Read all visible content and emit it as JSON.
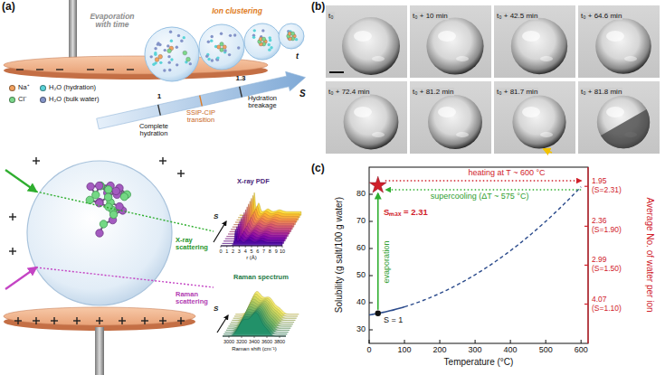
{
  "diagram": {
    "nodes": [
      {
        "text": [
          "t₀"
        ]
      },
      {
        "text": [
          "t₀ + 10 min"
        ]
      },
      {
        "text": [
          "t₀ + 42.5 min"
        ]
      },
      {
        "text": [
          "t₀ + 64.6 min"
        ]
      },
      {
        "text": [
          "t₀ + 72.4 min"
        ]
      },
      {
        "text": [
          "t₀ + 81.2 min"
        ]
      },
      {
        "text": [
          "t₀ + 81.7 min"
        ]
      },
      {
        "text": [
          "t₀ + 81.8 min"
        ]
      }
    ],
    "labels": [
      "(a)",
      "Evaporation with time",
      "Ion clustering",
      "t",
      "S",
      "1",
      "Complete hydration",
      "SSIP-CIP transition",
      "1.3",
      "Hydration breakage",
      "X-ray scattering",
      "Raman scattering",
      "X-ray PDF",
      "S",
      "0",
      "1",
      "2",
      "3",
      "4",
      "5",
      "6",
      "7",
      "8",
      "9",
      "10",
      "r (Å)",
      "Raman spectrum",
      "S",
      "3000",
      "3200",
      "3400",
      "3600",
      "3800",
      "Raman shift (cm⁻¹)",
      "(b)",
      "(c)",
      "30",
      "40",
      "50",
      "60",
      "70",
      "80",
      "0",
      "100",
      "200",
      "300",
      "400",
      "500",
      "600",
      "Solubility (g salt/100 g water)",
      "Temperature (°C)",
      "S = 1",
      "evaporation",
      "Sₘₐₓ = 2.31",
      "heating at T ~ 600 °C",
      "supercooling (ΔT ~ 575 °C)",
      "1.95",
      "(S=2.31)",
      "2.36",
      "(S=1.90)",
      "2.99",
      "(S=1.50)",
      "4.07",
      "(S=1.10)",
      "Average No. of water per ion"
    ],
    "legend": [
      {
        "text": "Na⁺",
        "color": "#f2a15f"
      },
      {
        "text": "Cl⁻",
        "color": "#7bd88a"
      },
      {
        "text": "H₂O (hydration)",
        "color": "#5ad3d8"
      },
      {
        "text": "H₂O (bulk water)",
        "color": "#8494c8"
      }
    ]
  }
}
